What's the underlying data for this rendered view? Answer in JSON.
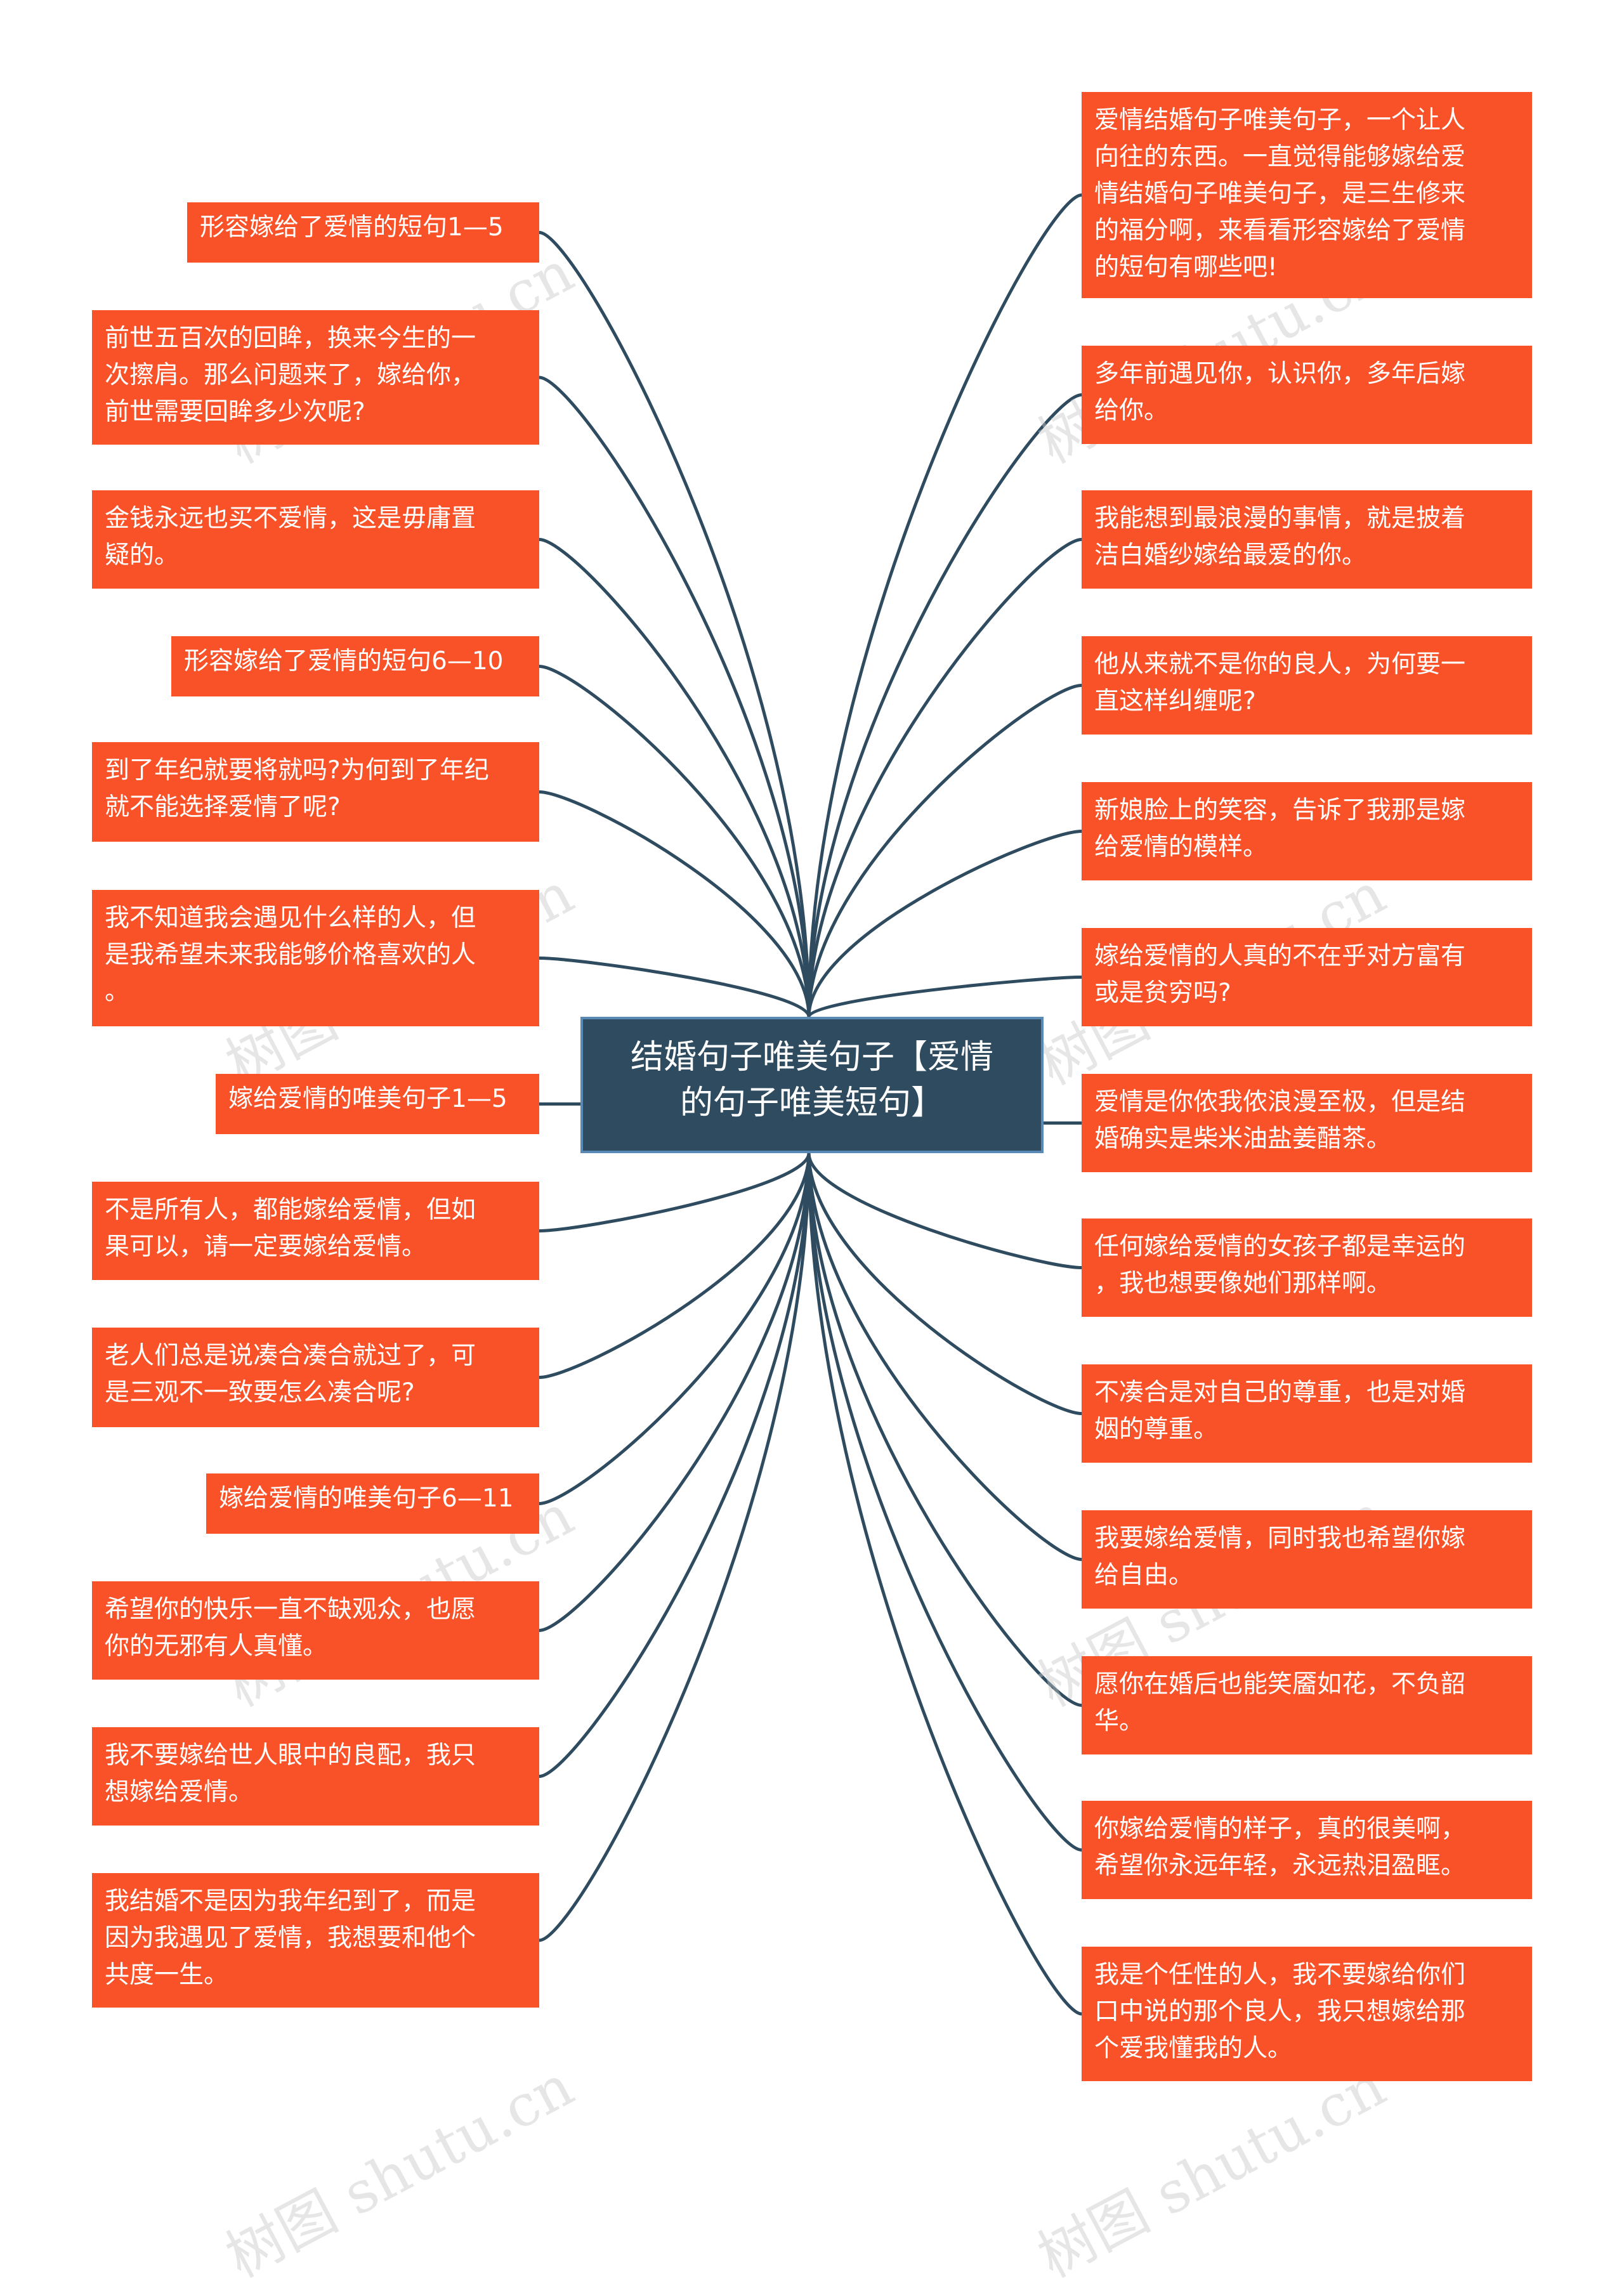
{
  "root": {
    "text": "结婚句子唯美句子【爱情\n的句子唯美短句】"
  },
  "left_nodes": [
    "形容嫁给了爱情的短句1—5",
    "前世五百次的回眸，换来今生的一\n次擦肩。那么问题来了，嫁给你，\n前世需要回眸多少次呢?",
    "金钱永远也买不爱情，这是毋庸置\n疑的。",
    "形容嫁给了爱情的短句6—10",
    "到了年纪就要将就吗?为何到了年纪\n就不能选择爱情了呢?",
    "我不知道我会遇见什么样的人，但\n是我希望未来我能够价格喜欢的人\n。",
    "嫁给爱情的唯美句子1—5",
    "不是所有人，都能嫁给爱情，但如\n果可以，请一定要嫁给爱情。",
    "老人们总是说凑合凑合就过了，可\n是三观不一致要怎么凑合呢?",
    "嫁给爱情的唯美句子6—11",
    "希望你的快乐一直不缺观众，也愿\n你的无邪有人真懂。",
    "我不要嫁给世人眼中的良配，我只\n想嫁给爱情。",
    "我结婚不是因为我年纪到了，而是\n因为我遇见了爱情，我想要和他个\n共度一生。"
  ],
  "right_nodes": [
    "爱情结婚句子唯美句子，一个让人\n向往的东西。一直觉得能够嫁给爱\n情结婚句子唯美句子，是三生修来\n的福分啊，来看看形容嫁给了爱情\n的短句有哪些吧!",
    "多年前遇见你，认识你，多年后嫁\n给你。",
    "我能想到最浪漫的事情，就是披着\n洁白婚纱嫁给最爱的你。",
    "他从来就不是你的良人，为何要一\n直这样纠缠呢?",
    "新娘脸上的笑容，告诉了我那是嫁\n给爱情的模样。",
    "嫁给爱情的人真的不在乎对方富有\n或是贫穷吗?",
    "爱情是你侬我侬浪漫至极，但是结\n婚确实是柴米油盐姜醋茶。",
    "任何嫁给爱情的女孩子都是幸运的\n，我也想要像她们那样啊。",
    "不凑合是对自己的尊重，也是对婚\n姻的尊重。",
    "我要嫁给爱情，同时我也希望你嫁\n给自由。",
    "愿你在婚后也能笑靥如花，不负韶\n华。",
    "你嫁给爱情的样子，真的很美啊，\n希望你永远年轻，永远热泪盈眶。",
    "我是个任性的人，我不要嫁给你们\n口中说的那个良人，我只想嫁给那\n个爱我懂我的人。"
  ],
  "watermark": "树图 shutu.cn",
  "colors": {
    "node": "#f95228",
    "root": "#2e4b5f",
    "root_border": "#5a89b6",
    "link": "#2e4b5f"
  }
}
